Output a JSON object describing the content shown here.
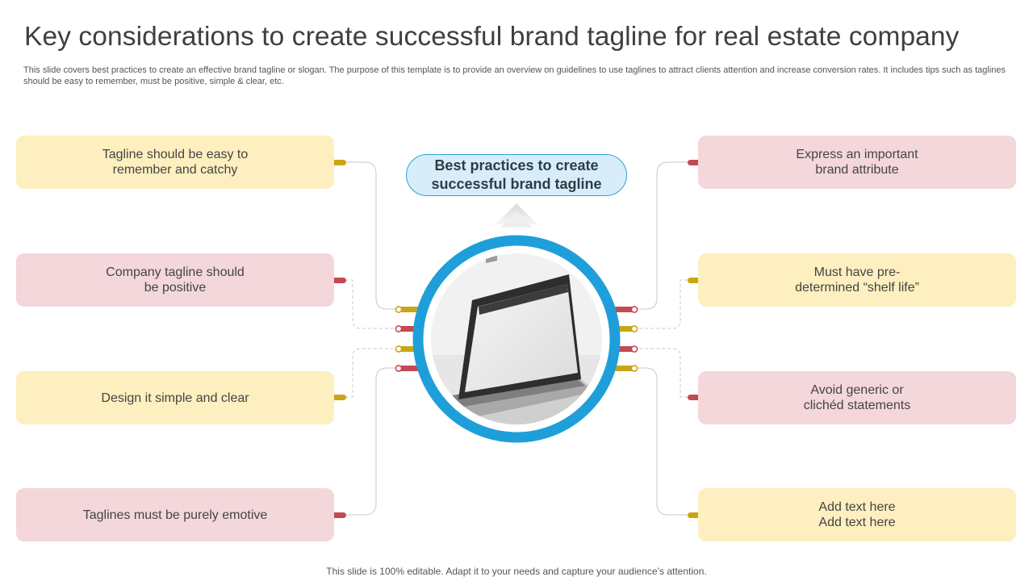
{
  "header": {
    "title": "Key considerations to create successful brand tagline for real estate company",
    "description": "This slide covers best practices to create an effective brand tagline or slogan. The purpose of this template is to provide an overview on guidelines to use taglines to attract clients attention and increase conversion rates. It includes tips such as taglines should be easy to remember, must be positive, simple & clear, etc."
  },
  "center": {
    "label": "Best practices to create\nsuccessful brand tagline",
    "image_icon": "laptop-icon"
  },
  "left_items": [
    {
      "text": "Tagline should be easy to\nremember and catchy",
      "color": "yellow"
    },
    {
      "text": "Company tagline should\nbe positive",
      "color": "pink"
    },
    {
      "text": "Design it simple and clear",
      "color": "yellow"
    },
    {
      "text": "Taglines must be purely emotive",
      "color": "pink"
    }
  ],
  "right_items": [
    {
      "text": "Express an important\nbrand attribute",
      "color": "pink"
    },
    {
      "text": "Must have pre-\ndetermined “shelf life”",
      "color": "yellow"
    },
    {
      "text": "Avoid generic or\nclichéd statements",
      "color": "pink"
    },
    {
      "text": "Add text here\nAdd text here",
      "color": "yellow"
    }
  ],
  "colors": {
    "yellow_box": "#fdefbf",
    "pink_box": "#f3d7da",
    "yellow_tab": "#c9a516",
    "red_tab": "#c44a52",
    "ring": "#1f9fd9",
    "label_fill": "#d7eefa"
  },
  "footer": {
    "note": "This slide is 100% editable. Adapt it to your needs and capture your audience’s attention."
  }
}
